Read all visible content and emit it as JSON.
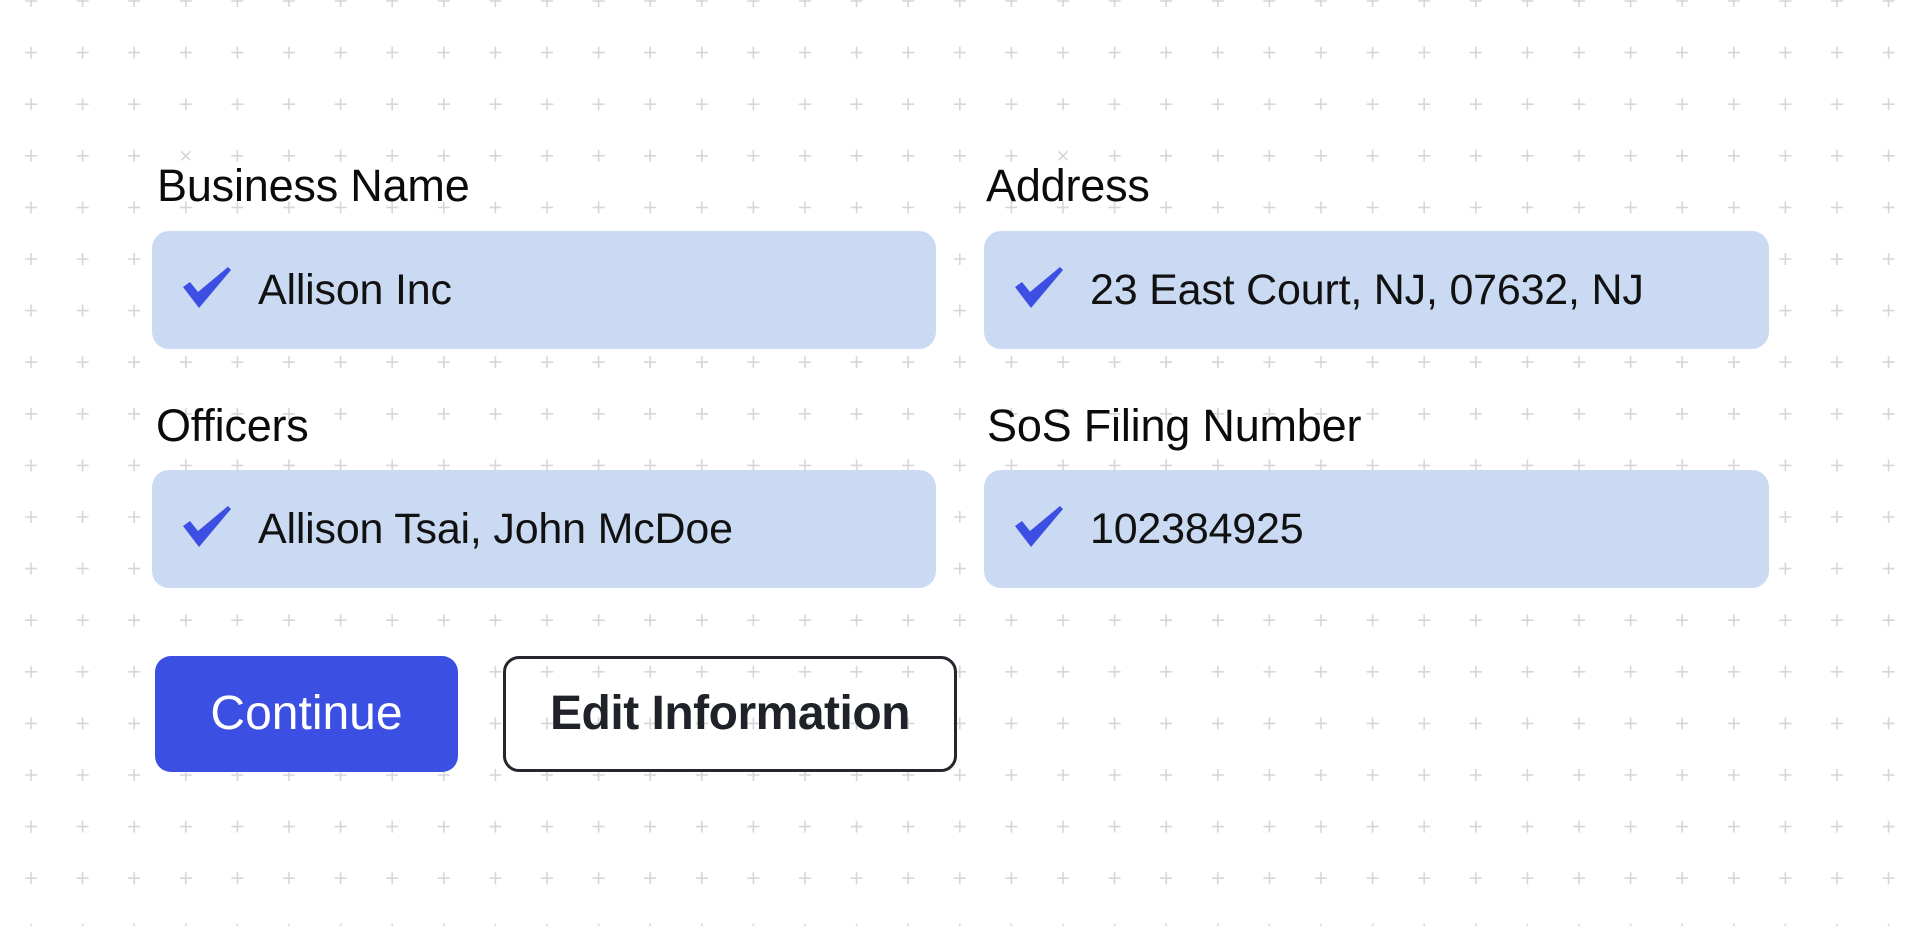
{
  "theme": {
    "field_bg": "#cbdaf3",
    "check_color": "#3d4fe3",
    "primary_button_bg": "#3b4fe2",
    "primary_button_text": "#ffffff",
    "secondary_button_border": "#24272d",
    "secondary_button_text": "#1f2329",
    "grid_mark_color": "#d6d6d6"
  },
  "form": {
    "fields": [
      {
        "label": "Business Name",
        "value": "Allison Inc",
        "status_icon": "check-icon"
      },
      {
        "label": "Address",
        "value": "23 East Court, NJ, 07632, NJ",
        "status_icon": "check-icon"
      },
      {
        "label": "Officers",
        "value": "Allison Tsai, John McDoe",
        "status_icon": "check-icon"
      },
      {
        "label": "SoS Filing Number",
        "value": "102384925",
        "status_icon": "check-icon"
      }
    ]
  },
  "actions": {
    "continue_label": "Continue",
    "edit_label": "Edit Information"
  }
}
